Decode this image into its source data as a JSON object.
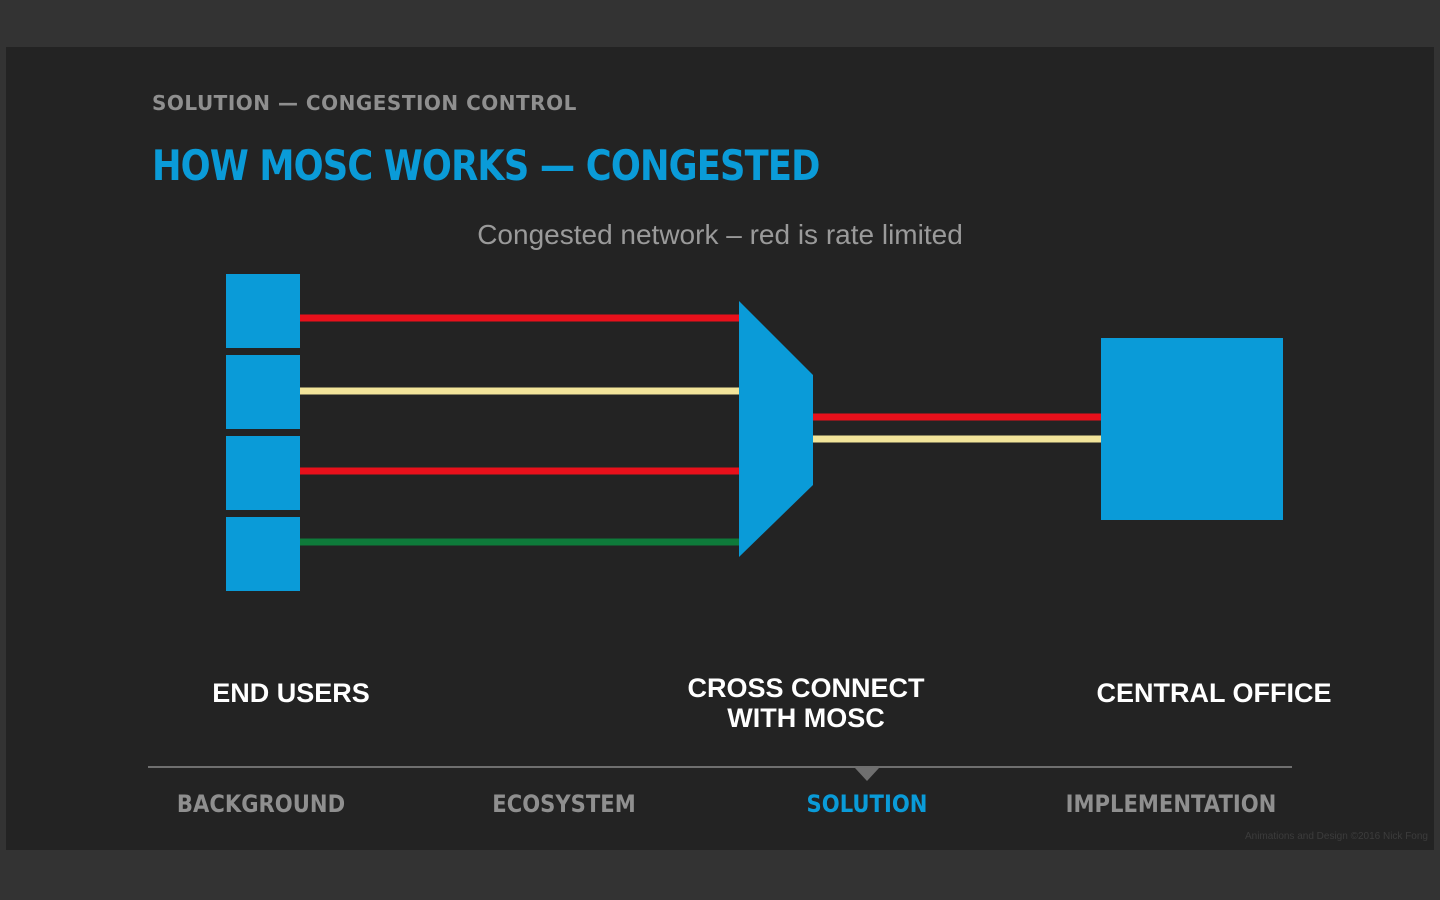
{
  "header": {
    "kicker": "SOLUTION — CONGESTION CONTROL",
    "title": "HOW MOSC WORKS — CONGESTED"
  },
  "diagram": {
    "subtitle": "Congested network – red is rate limited",
    "labels": {
      "end_users": "END USERS",
      "cross_connect_line1": "CROSS CONNECT",
      "cross_connect_line2": "WITH MOSC",
      "central_office": "CENTRAL OFFICE"
    },
    "colors": {
      "node": "#0a9bd8",
      "rate_limited": "#e8101b",
      "partially_limited": "#f2e49a",
      "unlimited": "#0e7a3a"
    },
    "user_links": [
      "rate_limited",
      "partially_limited",
      "rate_limited",
      "unlimited"
    ],
    "trunk_links": [
      "rate_limited",
      "partially_limited"
    ]
  },
  "nav": {
    "items": [
      {
        "label": "BACKGROUND",
        "active": false
      },
      {
        "label": "ECOSYSTEM",
        "active": false
      },
      {
        "label": "SOLUTION",
        "active": true
      },
      {
        "label": "IMPLEMENTATION",
        "active": false
      }
    ]
  },
  "footer": {
    "credit": "Animations and Design ©2016 Nick Fong"
  }
}
